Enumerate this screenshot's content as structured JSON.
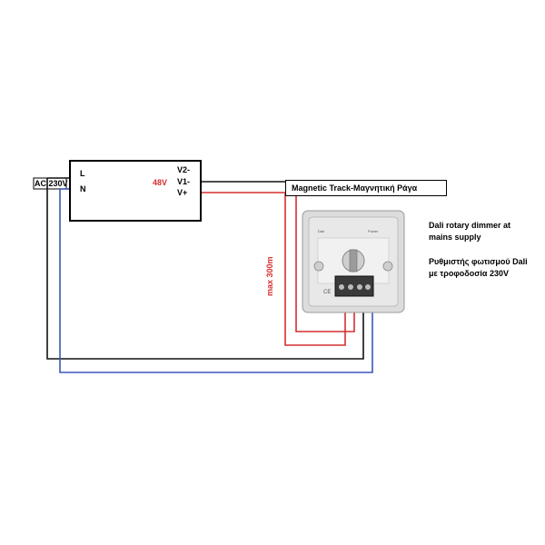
{
  "ac_label": "AC 230V",
  "psu": {
    "l_label": "L",
    "n_label": "N",
    "out_voltage": "48V",
    "terminals": [
      "V2-",
      "V1-",
      "V+"
    ],
    "ground_icon": "ground-icon"
  },
  "track_label": "Magnetic Track-Μαγνητική Ράγα",
  "max_length": "max 300m",
  "dimmer": {
    "title": "Dali rotary dimmer at mains supply",
    "subtitle": "Ρυθμιστής φωτισμού Dali με τροφοδοσία 230V"
  },
  "colors": {
    "red_wire": "#d32f2f",
    "blue_wire": "#3b57b8",
    "black_wire": "#111111"
  }
}
